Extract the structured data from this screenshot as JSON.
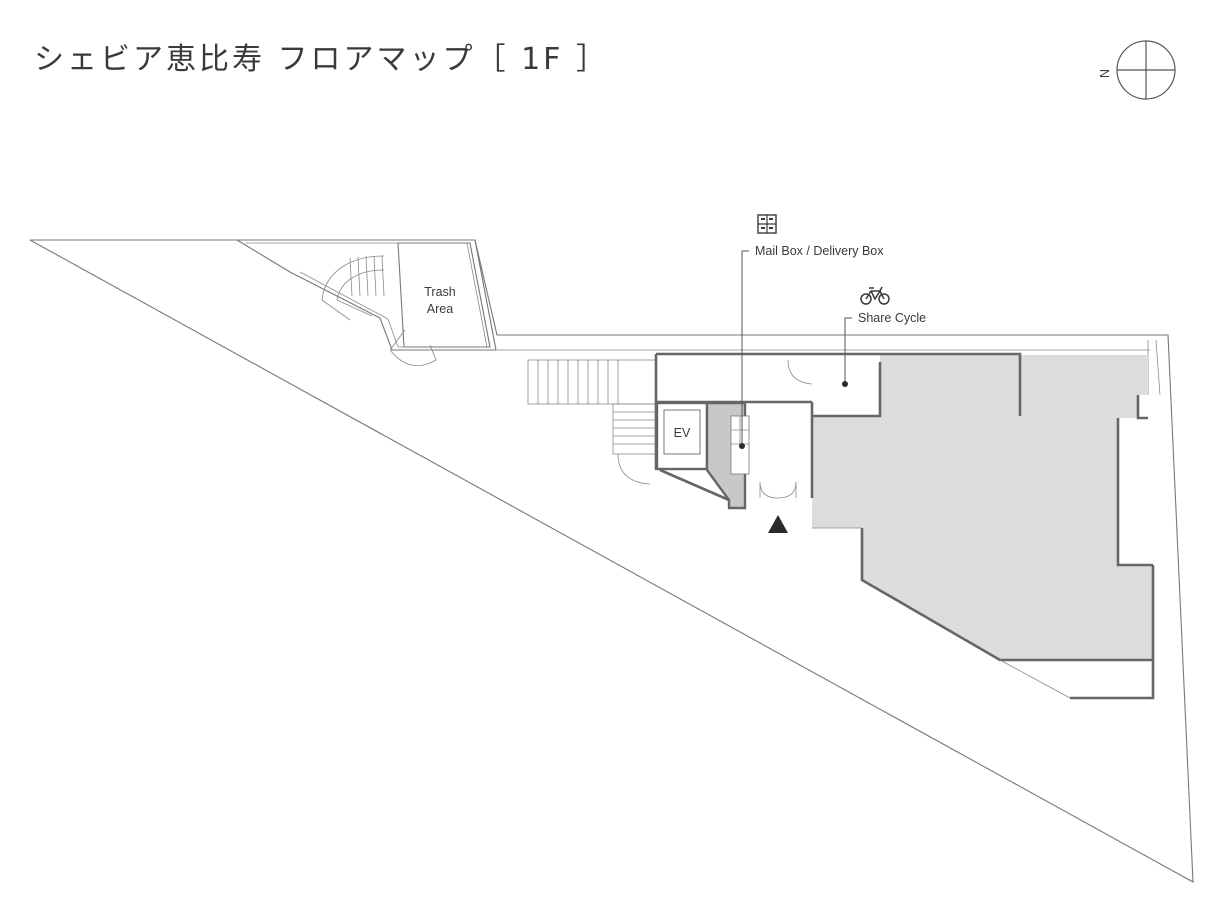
{
  "header": {
    "title": "シェビア恵比寿 フロアマップ［ 1F ］"
  },
  "compass": {
    "north_letter": "N"
  },
  "rooms": {
    "trash_line1": "Trash",
    "trash_line2": "Area",
    "elevator": "EV"
  },
  "callouts": {
    "mailbox": "Mail Box / Delivery Box",
    "share_cycle": "Share Cycle"
  },
  "icons": {
    "mailbox_icon": "mailbox-icon",
    "bicycle_icon": "bicycle-icon",
    "entrance_marker": "entrance-triangle-icon"
  },
  "colors": {
    "tenant_fill": "#dcdcdc",
    "line": "#777777",
    "text": "#3a3a3a"
  }
}
